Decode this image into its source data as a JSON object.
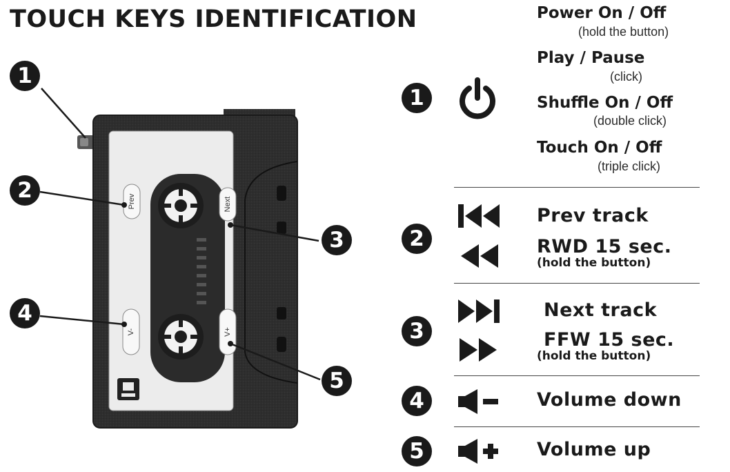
{
  "title": "TOUCH KEYS IDENTIFICATION",
  "callouts": [
    "1",
    "2",
    "3",
    "4",
    "5"
  ],
  "cassette": {
    "prev_label": "Prev",
    "next_label": "Next",
    "vminus_label": "V-",
    "vplus_label": "V+"
  },
  "legend": {
    "key1": {
      "number": "1",
      "icon": "power-icon",
      "items": [
        {
          "label": "Power On / Off",
          "note": "(hold the button)"
        },
        {
          "label": "Play / Pause",
          "note": "(click)"
        },
        {
          "label": "Shuffle On / Off",
          "note": "(double click)"
        },
        {
          "label": "Touch On / Off",
          "note": "(triple click)"
        }
      ]
    },
    "key2": {
      "number": "2",
      "icons": [
        "previous-track-icon",
        "rewind-icon"
      ],
      "line1": "Prev track",
      "line2": "RWD 15 sec.",
      "note": "(hold the button)"
    },
    "key3": {
      "number": "3",
      "icons": [
        "next-track-icon",
        "fast-forward-icon"
      ],
      "line1": "Next track",
      "line2": "FFW 15 sec.",
      "note": "(hold the button)"
    },
    "key4": {
      "number": "4",
      "icon": "volume-down-icon",
      "label": "Volume down"
    },
    "key5": {
      "number": "5",
      "icon": "volume-up-icon",
      "label": "Volume up"
    }
  },
  "colors": {
    "ink": "#1a1a1a",
    "cassette_body": "#2e2e2e",
    "label_panel": "#ececec"
  }
}
